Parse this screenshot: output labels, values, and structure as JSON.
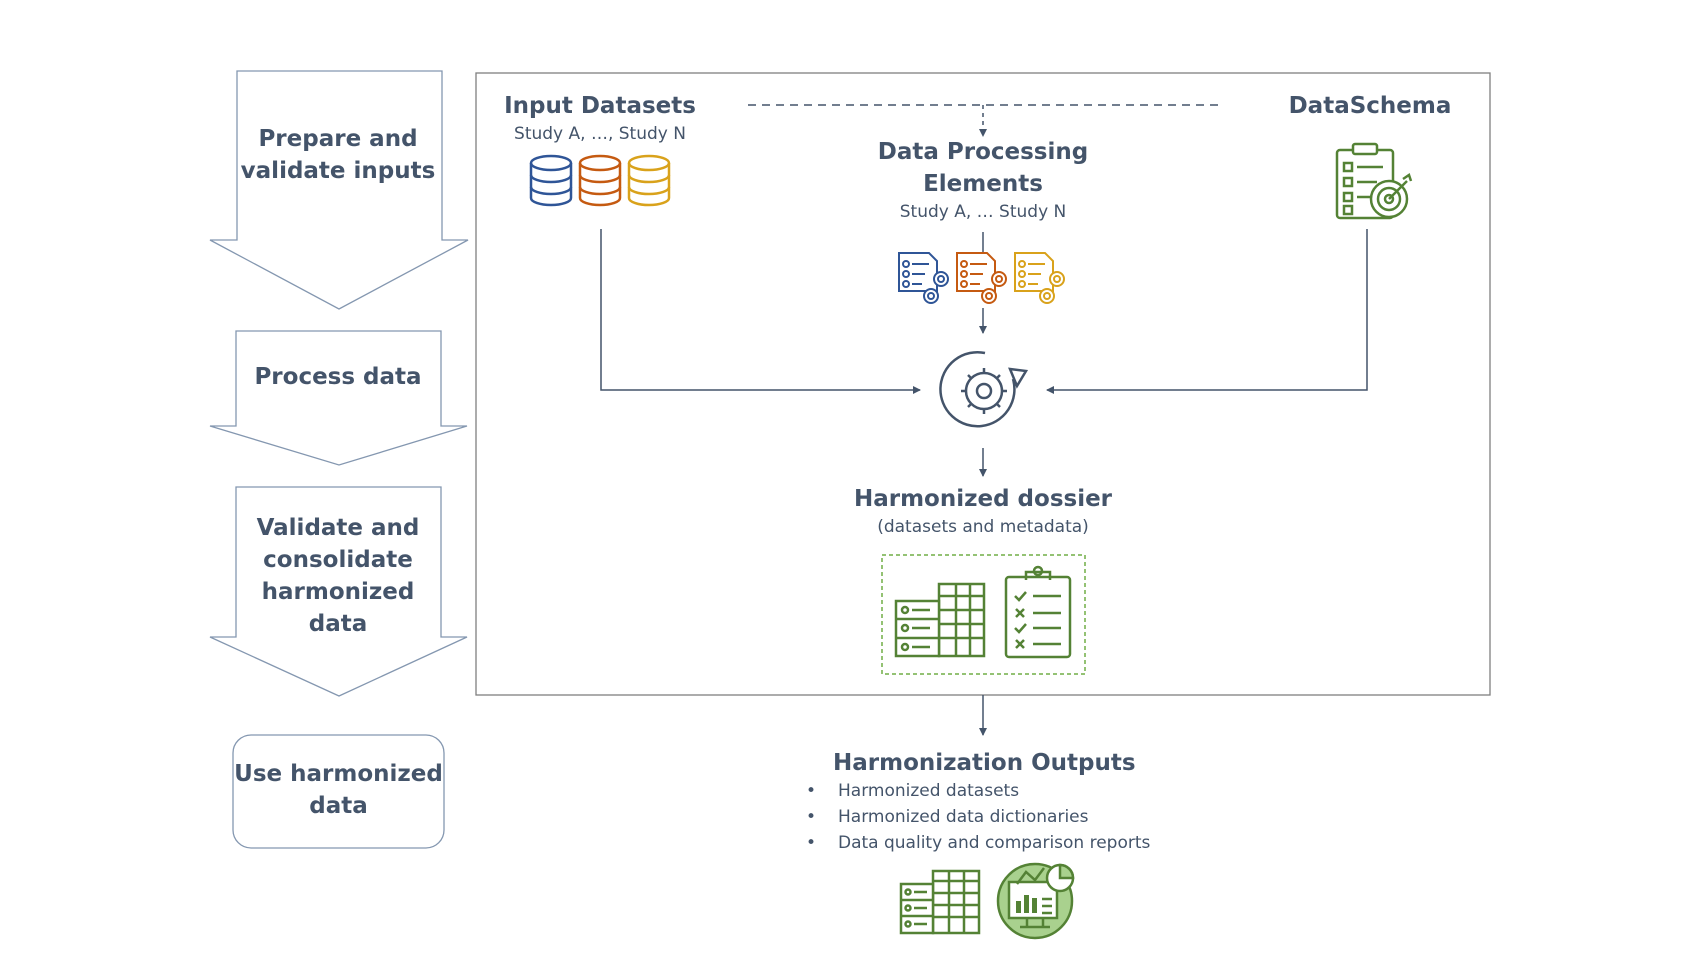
{
  "steps": {
    "prepare": "Prepare and validate inputs",
    "process": "Process data",
    "validate": "Validate and consolidate harmonized data",
    "use": "Use harmonized data"
  },
  "inputs": {
    "title": "Input Datasets",
    "subtitle": "Study A, …, Study N"
  },
  "processing": {
    "title": "Data Processing Elements",
    "subtitle": "Study A, … Study N"
  },
  "schema": {
    "title": "DataSchema"
  },
  "dossier": {
    "title": "Harmonized dossier",
    "subtitle": "(datasets and metadata)"
  },
  "outputs": {
    "title": "Harmonization Outputs",
    "items": [
      "Harmonized datasets",
      "Harmonized data dictionaries",
      "Data quality and comparison reports"
    ]
  },
  "colors": {
    "text": "#44546a",
    "blue": "#2f5597",
    "orange": "#c55a11",
    "gold": "#d9a21b",
    "green": "#548235",
    "line": "#44546a"
  }
}
